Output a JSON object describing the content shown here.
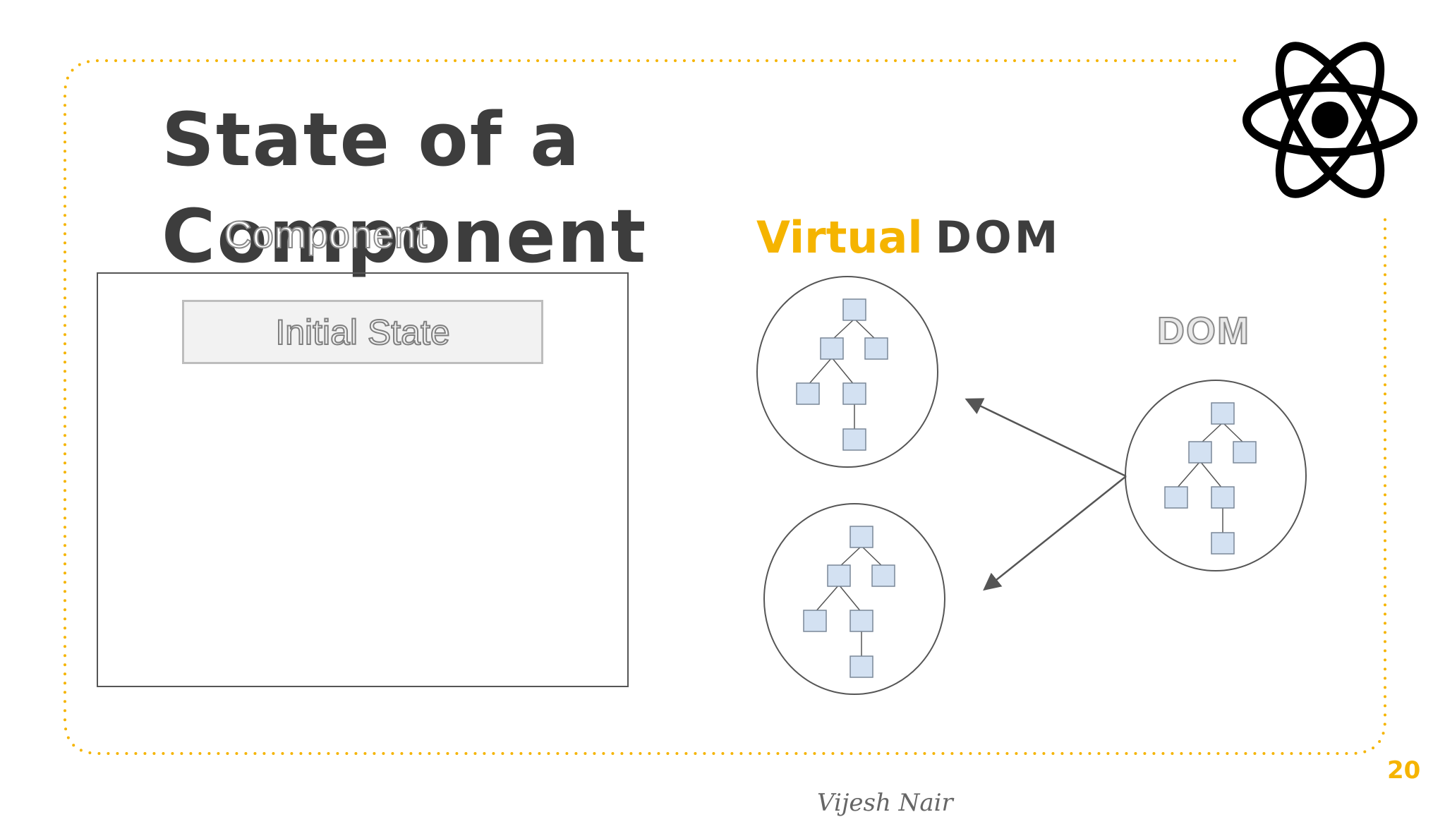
{
  "slide": {
    "title_line1": "State of a",
    "title_line2": "Component",
    "slide_number": "20",
    "author": "Vijesh Nair"
  },
  "component": {
    "label": "Component",
    "state_label": "Initial State"
  },
  "diagram": {
    "virtual_word": "Virtual",
    "dom_word": "DOM",
    "real_dom_label": "DOM"
  },
  "colors": {
    "accent": "#f5b400",
    "title": "#3d3d3d",
    "node_fill": "#d3e1f2",
    "node_stroke": "#7a8798"
  },
  "icons": {
    "logo": "react-atom-icon"
  }
}
